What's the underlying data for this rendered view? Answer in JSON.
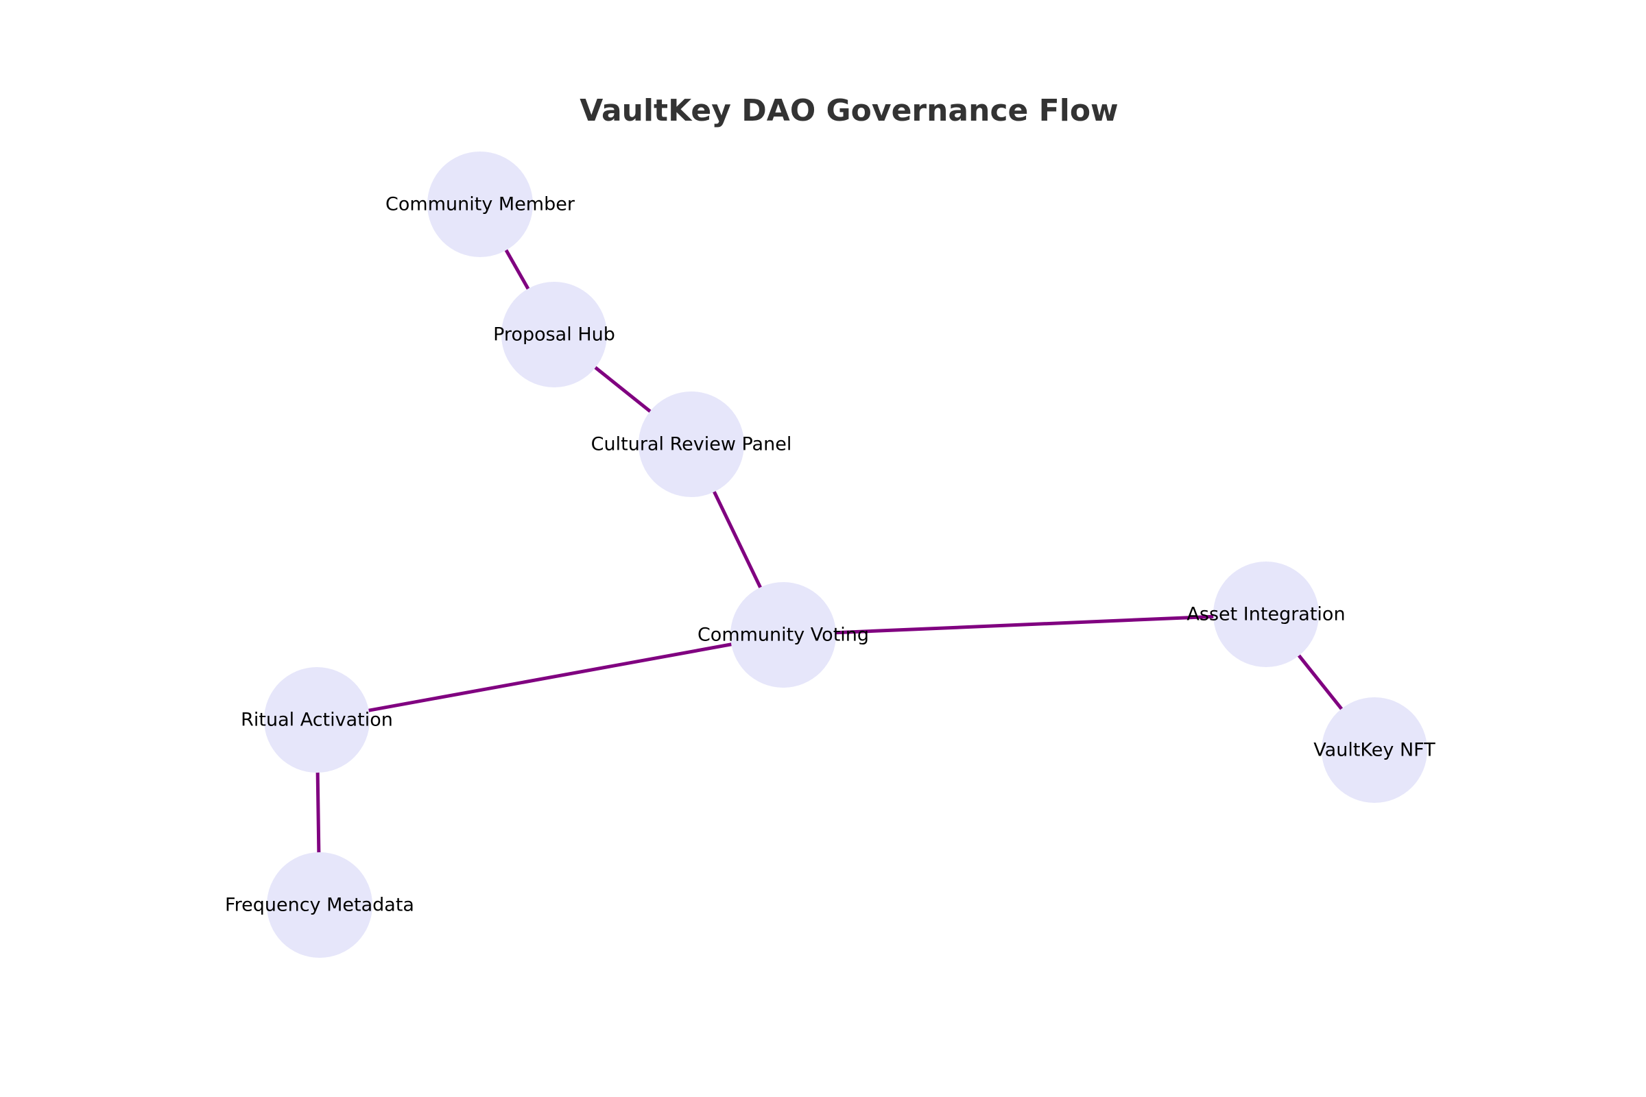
{
  "title": "VaultKey DAO Governance Flow",
  "colors": {
    "background": "#ffffff",
    "node_fill": "#e6e6fa",
    "edge": "#800080",
    "title": "#333333",
    "label": "#000000"
  },
  "nodes": [
    {
      "id": "community_member",
      "label": "Community Member"
    },
    {
      "id": "proposal_hub",
      "label": "Proposal Hub"
    },
    {
      "id": "cultural_review_panel",
      "label": "Cultural Review Panel"
    },
    {
      "id": "community_voting",
      "label": "Community Voting"
    },
    {
      "id": "asset_integration",
      "label": "Asset Integration"
    },
    {
      "id": "vaultkey_nft",
      "label": "VaultKey NFT"
    },
    {
      "id": "ritual_activation",
      "label": "Ritual Activation"
    },
    {
      "id": "frequency_metadata",
      "label": "Frequency Metadata"
    }
  ],
  "edges": [
    {
      "from": "community_member",
      "to": "proposal_hub"
    },
    {
      "from": "proposal_hub",
      "to": "cultural_review_panel"
    },
    {
      "from": "cultural_review_panel",
      "to": "community_voting"
    },
    {
      "from": "community_voting",
      "to": "asset_integration"
    },
    {
      "from": "asset_integration",
      "to": "vaultkey_nft"
    },
    {
      "from": "community_voting",
      "to": "ritual_activation"
    },
    {
      "from": "ritual_activation",
      "to": "frequency_metadata"
    }
  ]
}
